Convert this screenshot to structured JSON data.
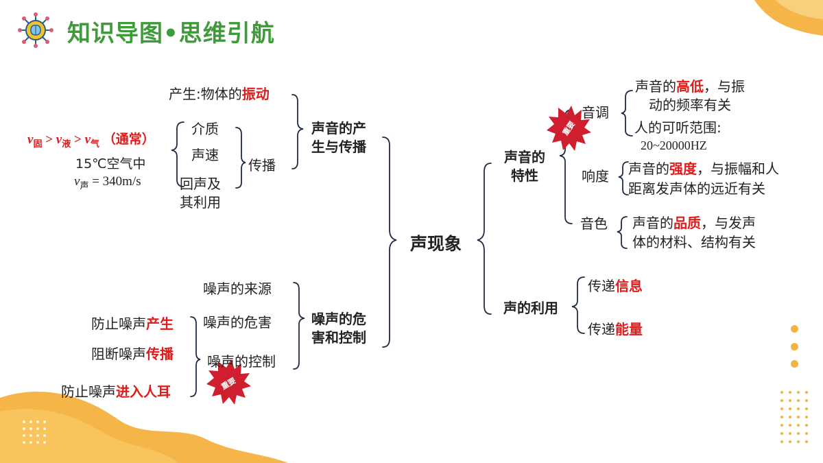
{
  "header": {
    "title": "知识导图•思维引航"
  },
  "center": {
    "label": "声现象"
  },
  "left": {
    "produce_node": {
      "label": "声音的产生与传播",
      "line1": "声音的产",
      "line2": "生与传播"
    },
    "produce": {
      "prefix": "产生:物体的",
      "highlight": "振动"
    },
    "spread": {
      "label": "传播",
      "items": [
        "介质",
        "声速",
        "回声及",
        "其利用"
      ]
    },
    "speed_note": {
      "v": "v",
      "sub1": "固",
      "gt": ">",
      "sub2": "液",
      "sub3": "气",
      "paren": "（通常）",
      "temp": "15℃空气中",
      "v_sound_sub": "声",
      "v_sound_eq": "= 340m/s"
    },
    "noise_node": {
      "line1": "噪声的危",
      "line2": "害和控制"
    },
    "noise": {
      "items": [
        "噪声的来源",
        "噪声的危害",
        "噪声的控制"
      ]
    },
    "control": [
      {
        "prefix": "防止噪声",
        "highlight": "产生"
      },
      {
        "prefix": "阻断噪声",
        "highlight": "传播"
      },
      {
        "prefix": "防止噪声",
        "highlight": "进入人耳"
      }
    ],
    "stamp": "重要"
  },
  "right": {
    "trait_node": {
      "line1": "声音的",
      "line2": "特性"
    },
    "stamp": "重要",
    "pitch": {
      "label": "音调",
      "d1_prefix": "声音的",
      "d1_hl": "高低",
      "d1_suffix": "，与振",
      "d2": "动的频率有关",
      "d3": "人的可听范围:",
      "d4": "20~20000HZ"
    },
    "loudness": {
      "label": "响度",
      "d1_prefix": "声音的",
      "d1_hl": "强度",
      "d1_suffix": "，与振幅和人",
      "d2": "距离发声体的远近有关"
    },
    "timbre": {
      "label": "音色",
      "d1_prefix": "声音的",
      "d1_hl": "品质",
      "d1_suffix": "，与发声",
      "d2": "体的材料、结构有关"
    },
    "use_node": {
      "label": "声的利用"
    },
    "uses": [
      {
        "prefix": "传递",
        "highlight": "信息"
      },
      {
        "prefix": "传递",
        "highlight": "能量"
      }
    ]
  },
  "colors": {
    "title": "#3f9a3a",
    "highlight": "#e01b1b",
    "bracket": "#1f2a44",
    "orange": "#f2a93b",
    "stamp": "#cf1f2e"
  }
}
